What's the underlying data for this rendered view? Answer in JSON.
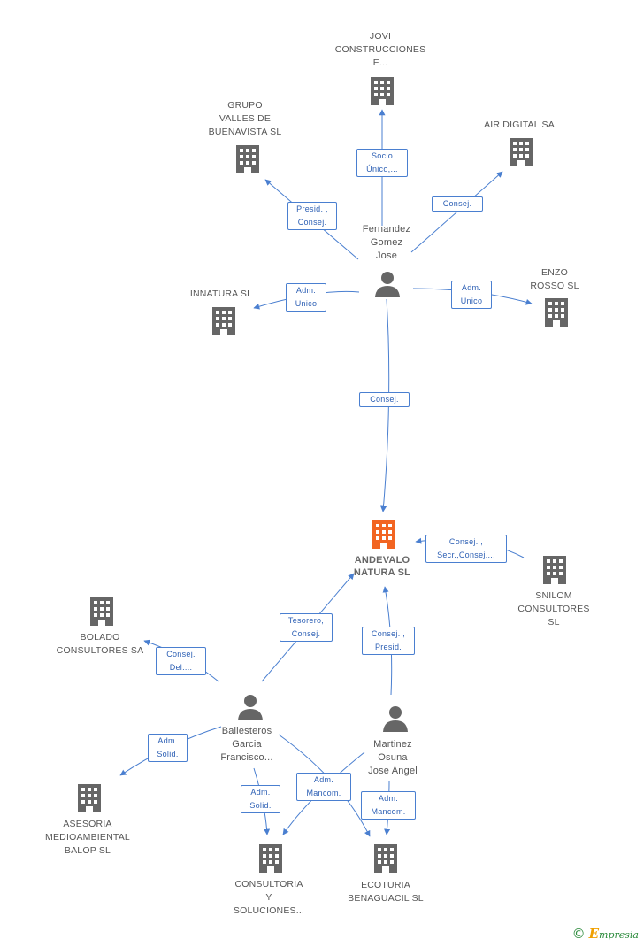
{
  "colors": {
    "edge": "#4a7fd0",
    "node": "#666666",
    "focus": "#f26522"
  },
  "nodes": {
    "andevalo": {
      "label": "ANDEVALO\nNATURA SL"
    },
    "fernandez": {
      "label": "Fernandez\nGomez\nJose"
    },
    "ballesteros": {
      "label": "Ballesteros\nGarcia\nFrancisco..."
    },
    "martinez": {
      "label": "Martinez\nOsuna\nJose Angel"
    },
    "jovi": {
      "label": "JOVI\nCONSTRUCCIONES\nE..."
    },
    "grupo_valles": {
      "label": "GRUPO\nVALLES DE\nBUENAVISTA SL"
    },
    "air_digital": {
      "label": "AIR DIGITAL SA"
    },
    "innatura": {
      "label": "INNATURA SL"
    },
    "enzo_rosso": {
      "label": "ENZO\nROSSO SL"
    },
    "snilom": {
      "label": "SNILOM\nCONSULTORES\nSL"
    },
    "bolado": {
      "label": "BOLADO\nCONSULTORES SA"
    },
    "asesoria": {
      "label": "ASESORIA\nMEDIOAMBIENTAL\nBALOP SL"
    },
    "consultoria": {
      "label": "CONSULTORIA\nY\nSOLUCIONES..."
    },
    "ecoturia": {
      "label": "ECOTURIA\nBENAGUACIL SL"
    }
  },
  "edges": {
    "fernandez_jovi": "Socio\nÚnico,...",
    "fernandez_grupo": "Presid. ,\nConsej.",
    "fernandez_air": "Consej.",
    "fernandez_innatura": "Adm.\nUnico",
    "fernandez_enzo": "Adm.\nUnico",
    "fernandez_andevalo": "Consej.",
    "snilom_andevalo": "Consej. ,\nSecr.,Consej....",
    "ballesteros_andevalo": "Tesorero,\nConsej.",
    "martinez_andevalo": "Consej. ,\nPresid.",
    "ballesteros_bolado": "Consej.\nDel....",
    "ballesteros_asesoria": "Adm.\nSolid.",
    "ballesteros_consultoria": "Adm.\nSolid.",
    "mancom_shared": "Adm.\nMancom.",
    "martinez_ecoturia": "Adm.\nMancom."
  },
  "footer": {
    "copyright": "©",
    "brand_e": "E",
    "brand_rest": "mpresia"
  }
}
